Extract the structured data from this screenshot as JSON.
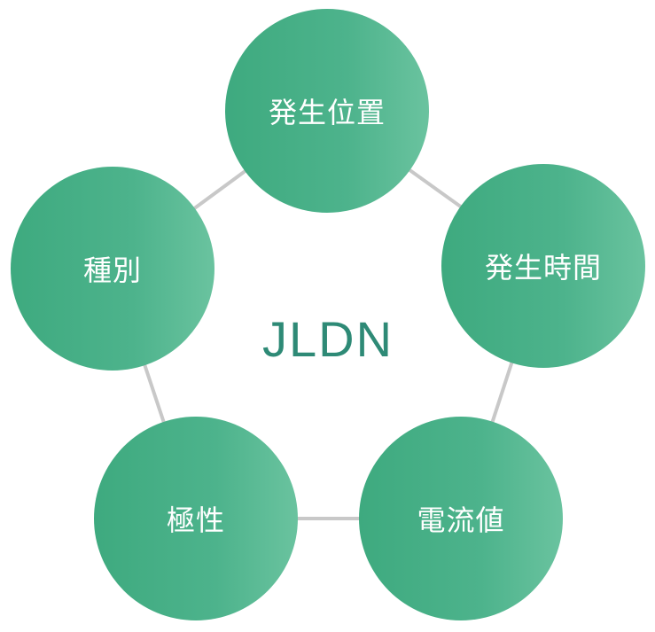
{
  "center_label": "JLDN",
  "nodes": [
    {
      "label": "発生位置"
    },
    {
      "label": "発生時間"
    },
    {
      "label": "電流値"
    },
    {
      "label": "極性"
    },
    {
      "label": "種別"
    }
  ],
  "colors": {
    "gradient_start": "#3eaa7f",
    "gradient_end": "#6ac39f",
    "connector": "#c8c8c8",
    "center_text": "#2e8a76"
  }
}
